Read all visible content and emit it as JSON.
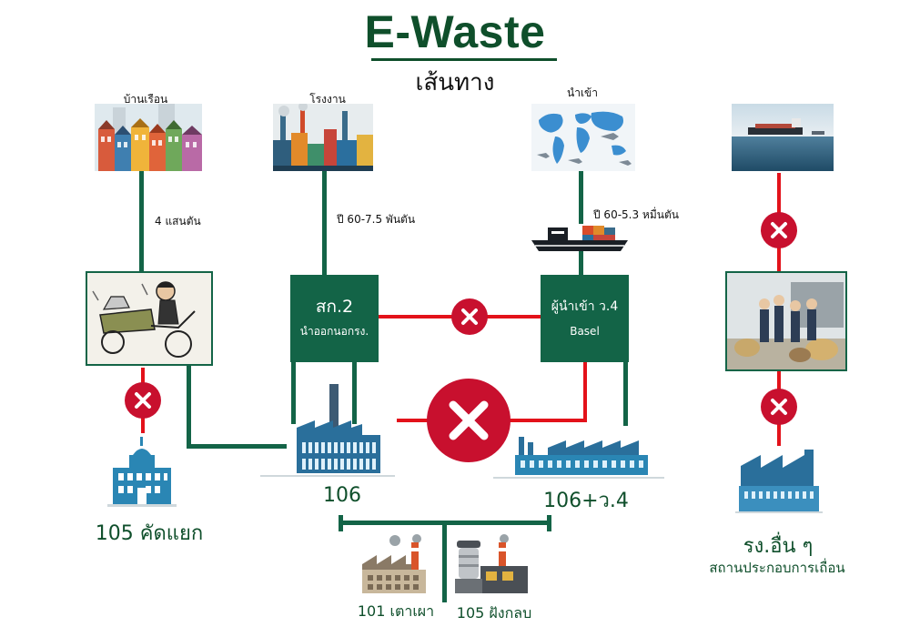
{
  "title": "E-Waste",
  "subtitle": "เส้นทาง",
  "sources": {
    "household": "บ้านเรือน",
    "factory": "โรงงาน",
    "import": "นำเข้า"
  },
  "flows": {
    "household_amount": "4 แสนตัน",
    "factory_amount": "ปี 60-7.5 พันตัน",
    "import_amount": "ปี 60-5.3 หมื่นตัน"
  },
  "boxes": {
    "dept2_line1": "สก.2",
    "dept2_line2": "นำออกนอกรง.",
    "importer_line1": "ผู้นำเข้า ว.4",
    "importer_line2": "Basel"
  },
  "facilities": {
    "f105_sort": "105 คัดแยก",
    "f106": "106",
    "f106_v4": "106+ว.4",
    "other_factory": "รง.อื่น ๆ",
    "illegal_site": "สถานประกอบการเถื่อน",
    "f101": "101 เตาเผา",
    "f105_landfill": "105 ฝังกลบ"
  },
  "colors": {
    "green": "#136447",
    "red": "#e3121a",
    "x_red": "#c8102e",
    "title": "#0f4f2b",
    "factory_blue": "#2a6f9b"
  },
  "icons": [
    "houses-icon",
    "industrial-skyline-icon",
    "world-map-icon",
    "cargo-ship-photo",
    "cargo-ship-icon",
    "cart-collector-icon",
    "scrap-dealers-icon",
    "government-building-icon",
    "factory-icon",
    "industrial-plant-icon",
    "incinerator-factory-icon",
    "landfill-plant-icon",
    "prohibited-x-icon"
  ]
}
